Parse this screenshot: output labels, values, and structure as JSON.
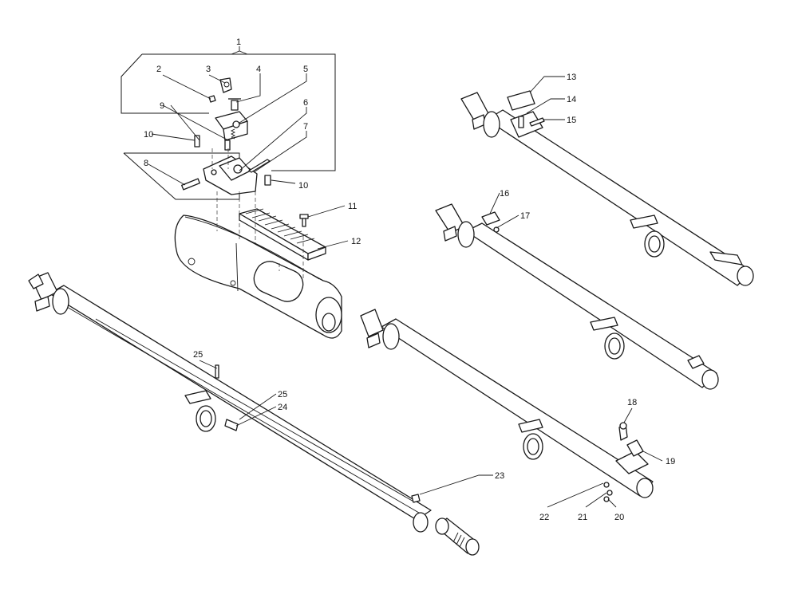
{
  "labels": {
    "l1": "1",
    "l2": "2",
    "l3": "3",
    "l4": "4",
    "l5": "5",
    "l6": "6",
    "l7": "7",
    "l8": "8",
    "l9": "9",
    "l10a": "10",
    "l10b": "10",
    "l11": "11",
    "l12": "12",
    "l13": "13",
    "l14": "14",
    "l15": "15",
    "l16": "16",
    "l17": "17",
    "l18": "18",
    "l19": "19",
    "l20": "20",
    "l21": "21",
    "l22": "22",
    "l23": "23",
    "l24": "24",
    "l25a": "25",
    "l25b": "25"
  }
}
